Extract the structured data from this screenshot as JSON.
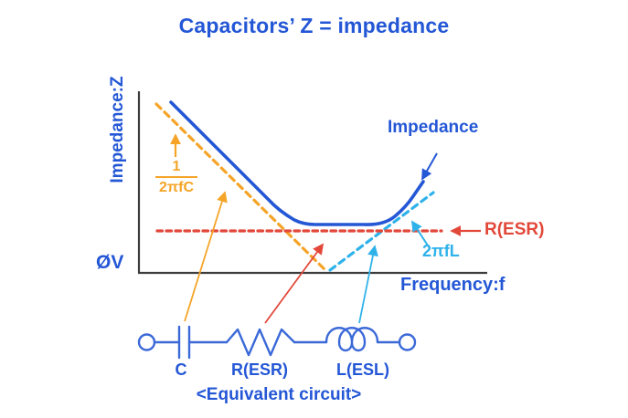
{
  "title": "Capacitors’ Z = impedance",
  "colors": {
    "blue": "#2457d6",
    "circuit_blue": "#3b69d8",
    "orange": "#f5a428",
    "cyan": "#2fb2ea",
    "red": "#e2483a",
    "axis": "#3d3d3d"
  },
  "graph": {
    "y_axis_label": "Impedance:Z",
    "x_axis_label": "Frequency:f",
    "origin_label": "ØV",
    "capacitive_reactance_numerator": "1",
    "capacitive_reactance_denominator": "2πfC",
    "impedance_curve_label": "Impedance",
    "esr_line_label": "R(ESR)",
    "inductive_reactance_label": "2πfL"
  },
  "circuit": {
    "capacitor_label": "C",
    "resistor_label": "R(ESR)",
    "inductor_label": "L(ESL)",
    "caption": "<Equivalent circuit>"
  }
}
